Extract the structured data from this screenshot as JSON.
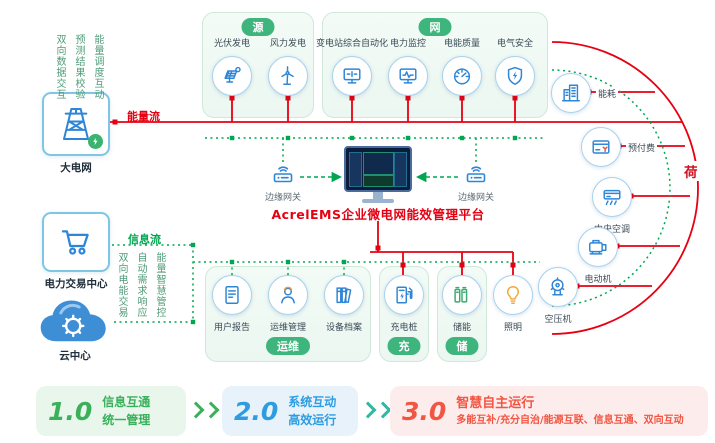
{
  "colors": {
    "energy_flow": "#e60012",
    "info_flow": "#00a650",
    "icon_blue": "#2f86d6",
    "pill_green": "#3eb57c"
  },
  "left": {
    "grid": {
      "label": "大电网",
      "icon": "tower",
      "badge_icon": "bolt"
    },
    "trade": {
      "label": "电力交易中心",
      "icon": "cart"
    },
    "cloud": {
      "label": "云中心",
      "icon": "cloud-shape"
    }
  },
  "flows": {
    "energy": "能量流",
    "info": "信息流"
  },
  "vertical_top": [
    "双向数据交互",
    "预测结果校验",
    "能量调度互动"
  ],
  "vertical_bottom": [
    "双向电能交易",
    "自动需求响应",
    "能量智慧管控"
  ],
  "groups": {
    "source": {
      "title": "源",
      "items": [
        {
          "label": "光伏发电",
          "icon": "pv"
        },
        {
          "label": "风力发电",
          "icon": "wind"
        }
      ]
    },
    "grid": {
      "title": "网",
      "items": [
        {
          "label": "变电站综合自动化",
          "icon": "substation"
        },
        {
          "label": "电力监控",
          "icon": "monitoring"
        },
        {
          "label": "电能质量",
          "icon": "quality"
        },
        {
          "label": "电气安全",
          "icon": "safety"
        }
      ]
    },
    "ops": {
      "title": "运维",
      "items": [
        {
          "label": "用户报告",
          "icon": "report"
        },
        {
          "label": "运维管理",
          "icon": "maintain"
        },
        {
          "label": "设备档案",
          "icon": "archive"
        }
      ]
    },
    "charge": {
      "title": "充",
      "items": [
        {
          "label": "充电桩",
          "icon": "charger"
        }
      ]
    },
    "storage": {
      "title": "储",
      "items": [
        {
          "label": "储能",
          "icon": "battery"
        }
      ]
    }
  },
  "load": {
    "title": "荷",
    "items": [
      {
        "label": "能耗",
        "icon": "building"
      },
      {
        "label": "预付费",
        "icon": "prepaid"
      },
      {
        "label": "中央空调",
        "icon": "hvac"
      },
      {
        "label": "电动机",
        "icon": "motor"
      },
      {
        "label": "空压机",
        "icon": "compressor"
      },
      {
        "label": "照明",
        "icon": "bulb"
      }
    ]
  },
  "center": {
    "platform": "AcrelEMS企业微电网能效管理平台",
    "gateways": [
      {
        "label": "边缘网关",
        "icon": "gateway"
      },
      {
        "label": "边缘网关",
        "icon": "gateway"
      }
    ]
  },
  "legend": [
    {
      "version": "1.0",
      "lines": [
        "信息互通",
        "统一管理"
      ],
      "color": "#3bb05a"
    },
    {
      "version": "2.0",
      "lines": [
        "系统互动",
        "高效运行"
      ],
      "color": "#2d9ce0"
    },
    {
      "version": "3.0",
      "lines": [
        "智慧自主运行",
        "多能互补/充分自治/能源互联、信息互通、双向互动"
      ],
      "color": "#f15642"
    }
  ]
}
